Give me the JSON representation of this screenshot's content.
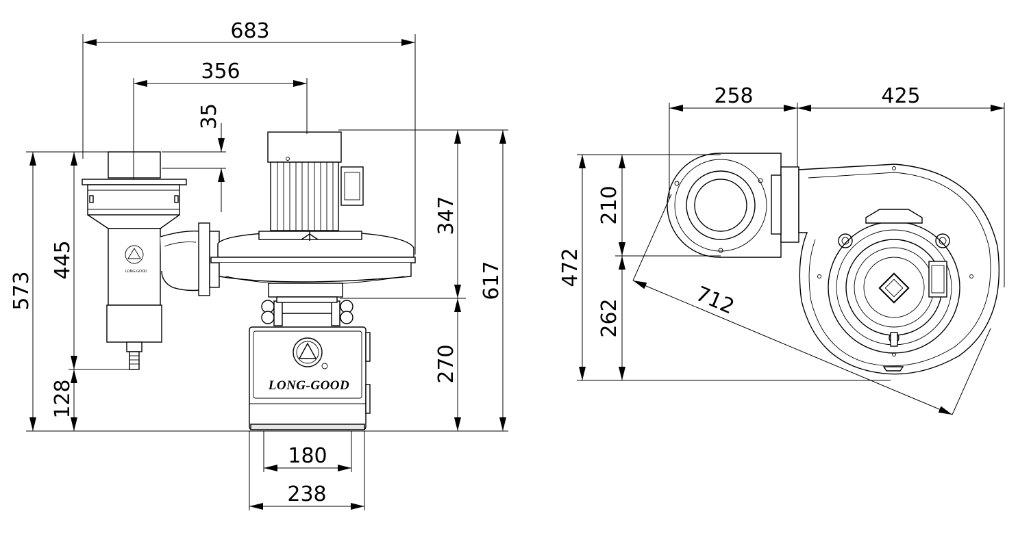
{
  "front_view": {
    "dims": {
      "overall_width": "683",
      "motor_offset": "356",
      "inlet_height": "35",
      "motor_height": "347",
      "overall_height": "617",
      "outlet_height": "573",
      "drain_height": "445",
      "drain_bottom": "128",
      "base_height": "270",
      "base_inner_width": "180",
      "base_outer_width": "238"
    },
    "brand_label": "LONG-GOOD"
  },
  "side_view": {
    "dims": {
      "inlet_offset": "258",
      "housing_width": "425",
      "inlet_height": "210",
      "overall_height": "472",
      "lower_height": "262",
      "diagonal": "712"
    }
  }
}
